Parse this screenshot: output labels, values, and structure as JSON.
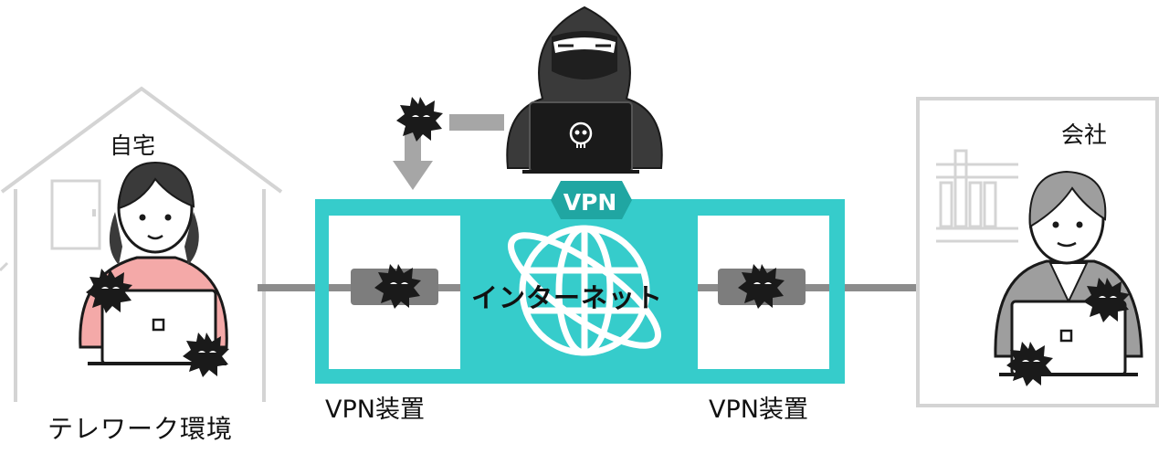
{
  "labels": {
    "home": "自宅",
    "telework_environment": "テレワーク環境",
    "office": "会社",
    "vpn_device_left": "VPN装置",
    "vpn_device_right": "VPN装置",
    "internet": "インターネット",
    "vpn_badge": "VPN"
  },
  "icons": {
    "home": "house-outline-icon",
    "office": "office-building-icon",
    "attacker": "hooded-hacker-icon",
    "threat": "malware-virus-icon",
    "internet": "globe-icon",
    "pc": "laptop-icon",
    "skull": "skull-icon"
  },
  "colors": {
    "internet_zone": "#36CCCB",
    "vpn_badge": "#20A6A2",
    "connection_line": "#8C8C8C",
    "outline_gray": "#D4D4D4",
    "home_person_sweater": "#F4A9A8",
    "threat": "#1A1A1A"
  }
}
